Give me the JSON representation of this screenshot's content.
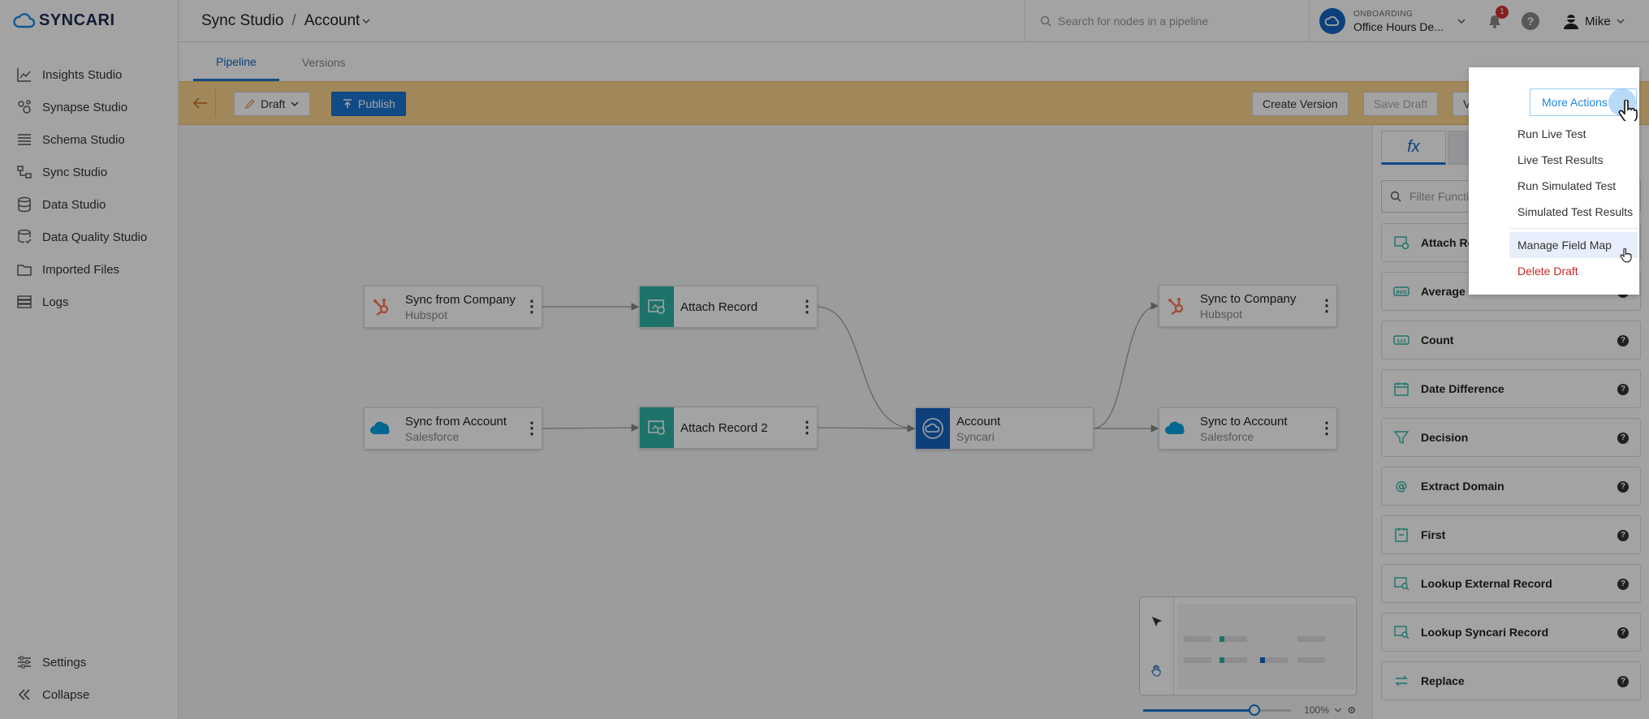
{
  "app": {
    "logo_text": "SYNCARI"
  },
  "sidebar": {
    "items": [
      {
        "label": "Insights Studio",
        "icon": "chart-icon"
      },
      {
        "label": "Synapse Studio",
        "icon": "nodes-icon"
      },
      {
        "label": "Schema Studio",
        "icon": "list-icon"
      },
      {
        "label": "Sync Studio",
        "icon": "sync-icon"
      },
      {
        "label": "Data Studio",
        "icon": "database-icon"
      },
      {
        "label": "Data Quality Studio",
        "icon": "quality-icon"
      },
      {
        "label": "Imported Files",
        "icon": "folder-icon"
      },
      {
        "label": "Logs",
        "icon": "logs-icon"
      }
    ],
    "settings_label": "Settings",
    "collapse_label": "Collapse"
  },
  "header": {
    "breadcrumb_root": "Sync Studio",
    "breadcrumb_sep": "/",
    "breadcrumb_current": "Account",
    "search_placeholder": "Search for nodes in a pipeline",
    "onboarding_label": "ONBOARDING",
    "onboarding_value": "Office Hours De...",
    "notification_count": "1",
    "help_glyph": "?",
    "user_name": "Mike"
  },
  "tabs": [
    {
      "label": "Pipeline",
      "active": true
    },
    {
      "label": "Versions",
      "active": false
    }
  ],
  "toolbar": {
    "draft_label": "Draft",
    "publish_label": "Publish",
    "create_version_label": "Create Version",
    "save_draft_label": "Save Draft",
    "validate_label": "Validate",
    "more_actions_label": "More Actions"
  },
  "more_actions_menu": {
    "items": [
      "Run Live Test",
      "Live Test Results",
      "Run Simulated Test",
      "Simulated Test Results"
    ],
    "manage_field_map": "Manage Field Map",
    "delete_draft": "Delete Draft"
  },
  "pipeline": {
    "nodes": [
      {
        "title": "Sync from Company",
        "subtitle": "Hubspot"
      },
      {
        "title": "Attach Record",
        "subtitle": ""
      },
      {
        "title": "Sync to Company",
        "subtitle": "Hubspot"
      },
      {
        "title": "Sync from  Account",
        "subtitle": "Salesforce"
      },
      {
        "title": "Attach Record 2",
        "subtitle": ""
      },
      {
        "title": "Account",
        "subtitle": "Syncari"
      },
      {
        "title": "Sync to Account",
        "subtitle": "Salesforce"
      }
    ],
    "zoom_label": "100%",
    "zoom_value": 0.72
  },
  "right_panel": {
    "tab_fx": "fx",
    "filter_placeholder": "Filter Functions...",
    "functions": [
      {
        "label": "Attach Record",
        "icon": "attach-icon"
      },
      {
        "label": "Average",
        "icon": "average-icon"
      },
      {
        "label": "Count",
        "icon": "count-icon"
      },
      {
        "label": "Date Difference",
        "icon": "calendar-icon"
      },
      {
        "label": "Decision",
        "icon": "filter-icon"
      },
      {
        "label": "Extract Domain",
        "icon": "at-icon"
      },
      {
        "label": "First",
        "icon": "first-icon"
      },
      {
        "label": "Lookup External Record",
        "icon": "lookup-icon"
      },
      {
        "label": "Lookup Syncari Record",
        "icon": "lookup-icon"
      },
      {
        "label": "Replace",
        "icon": "replace-icon"
      }
    ]
  },
  "colors": {
    "accent": "#1976d2",
    "toolbar_bg": "#fcd58f",
    "hubspot": "#ff7a59",
    "salesforce": "#00a1e0",
    "teal": "#2eb5a6",
    "danger": "#c62828"
  }
}
